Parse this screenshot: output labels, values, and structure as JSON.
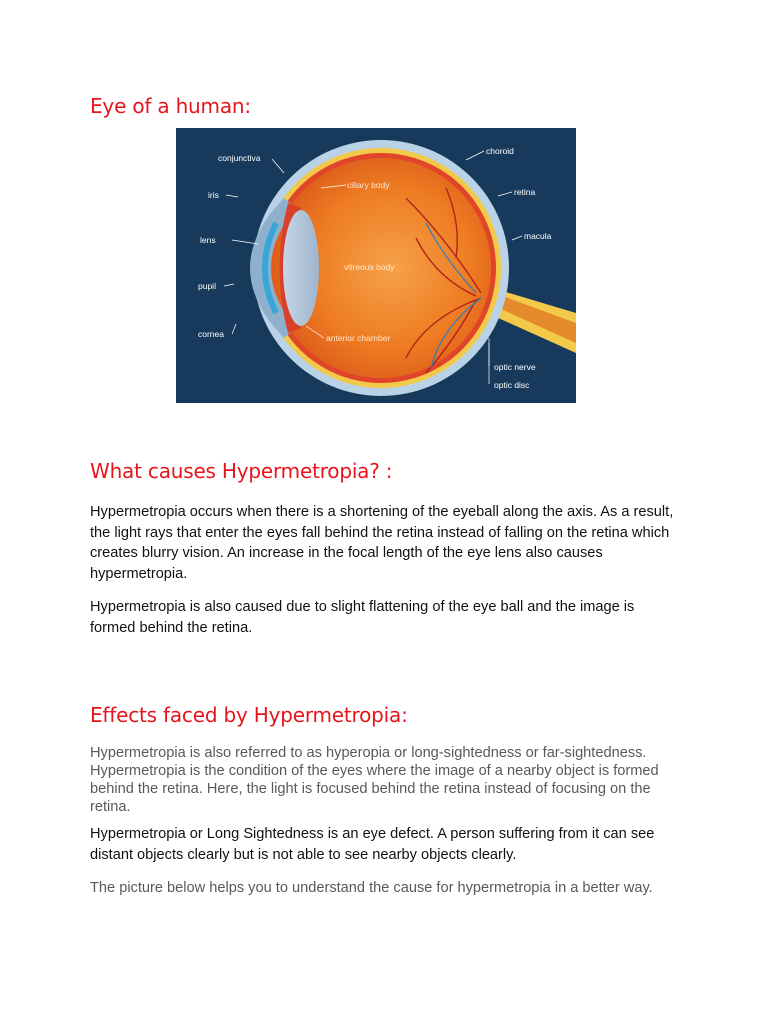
{
  "headings": {
    "eye": "Eye of a human:",
    "causes": "What causes Hypermetropia? :",
    "effects": "Effects faced by Hypermetropia:"
  },
  "figure": {
    "labels": {
      "conjunctiva": "conjunctiva",
      "iris": "iris",
      "lens": "lens",
      "pupil": "pupil",
      "cornea": "cornea",
      "ciliary_body": "ciliary body",
      "vitreous_body": "vitreous body",
      "anterior_chamber": "anterior chamber",
      "choroid": "choroid",
      "retina": "retina",
      "macula": "macula",
      "optic_nerve": "optic nerve",
      "optic_disc": "optic disc"
    },
    "colors": {
      "background": "#173a5c",
      "eyeball": "#f07a1e",
      "sclera": "#b9d2e6"
    }
  },
  "causes": {
    "p1": "Hypermetropia occurs when there is a shortening of the eyeball along the axis. As a result, the light rays that enter the eyes fall behind the retina instead of falling on the retina which creates blurry vision. An increase in the focal length of the eye lens also causes hypermetropia.",
    "p2": "Hypermetropia is also caused due to slight flattening of the eye ball and the image is formed behind the retina."
  },
  "effects": {
    "p1": "Hypermetropia is also referred to as hyperopia or long-sightedness or far-sightedness. Hypermetropia is the condition of the eyes where the image of a nearby object is formed behind the retina. Here, the light is focused behind the retina instead of focusing on the retina.",
    "p2": "Hypermetropia or Long Sightedness is an eye defect. A person suffering from it can see distant objects clearly but is not able to see nearby objects clearly.",
    "p3": "The picture below helps you to understand the cause for hypermetropia in a better way."
  }
}
